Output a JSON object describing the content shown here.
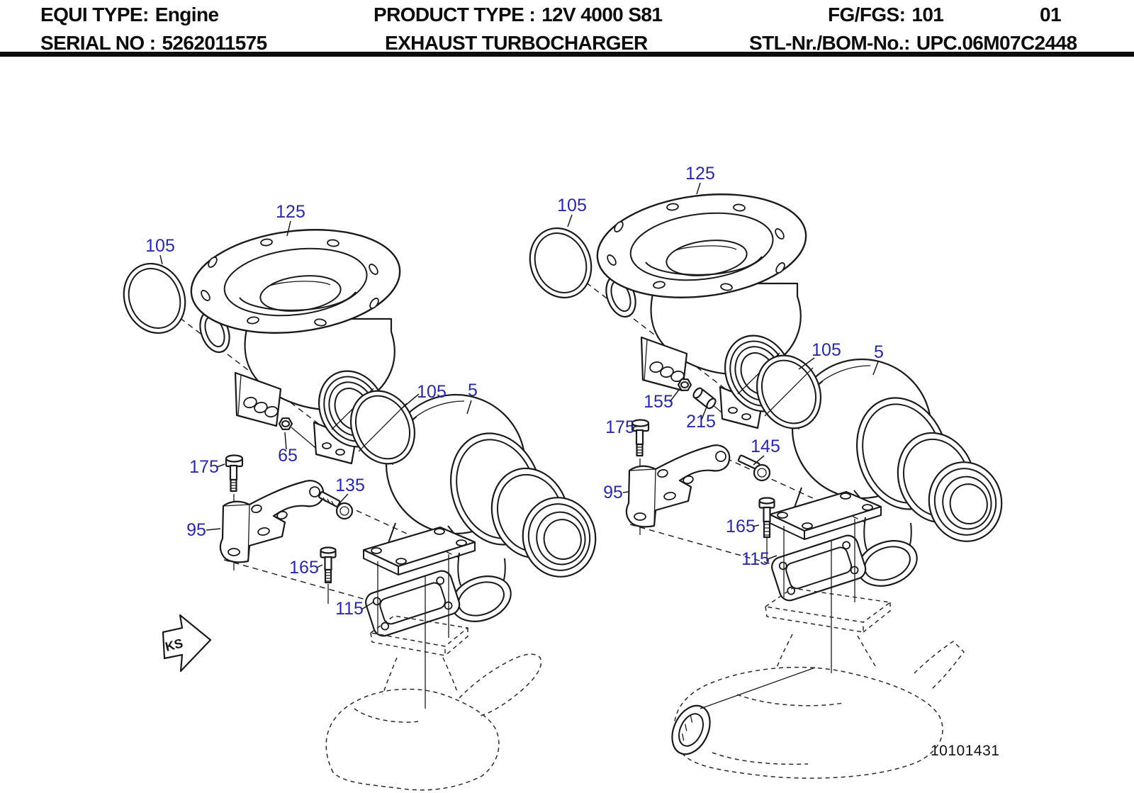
{
  "header": {
    "equi_type_label": "EQUI TYPE:",
    "equi_type_value": "Engine",
    "product_type_label": "PRODUCT TYPE :",
    "product_type_value": "12V 4000 S81",
    "fg_fgs_label": "FG/FGS:",
    "fg_fgs_value": "101",
    "sheet_number": "01",
    "serial_no_label": "SERIAL NO :",
    "serial_no_value": "5262011575",
    "assembly_title": "EXHAUST TURBOCHARGER",
    "bom_label": "STL-Nr./BOM-No.:",
    "bom_value": "UPC.06M07C2448"
  },
  "diagram": {
    "direction_marker": "KS",
    "drawing_number": "10101431",
    "callout_color": "#2a2aa0",
    "callouts_left": [
      "125",
      "105",
      "105",
      "5",
      "65",
      "175",
      "95",
      "135",
      "165",
      "115"
    ],
    "callouts_right": [
      "125",
      "105",
      "105",
      "5",
      "155",
      "215",
      "175",
      "145",
      "95",
      "165",
      "115"
    ]
  }
}
